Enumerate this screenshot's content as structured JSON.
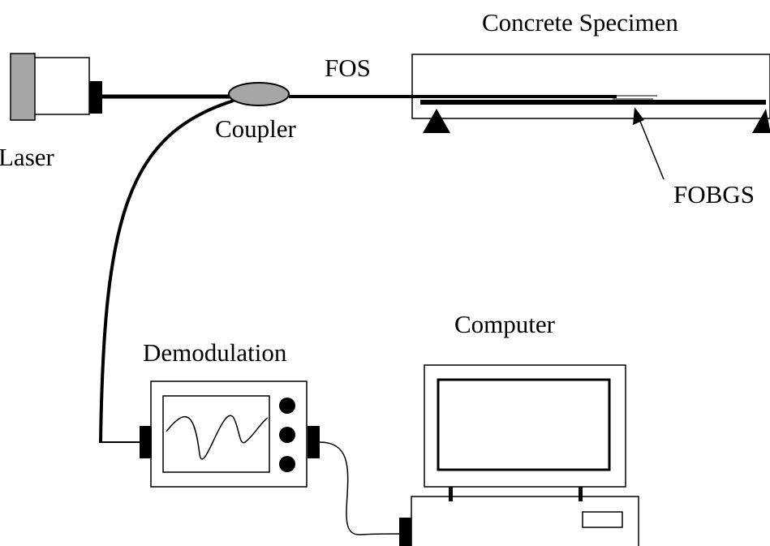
{
  "labels": {
    "laser": "Laser",
    "coupler": "Coupler",
    "fos": "FOS",
    "concrete_specimen": "Concrete Specimen",
    "fobgs": "FOBGS",
    "demodulation": "Demodulation",
    "computer": "Computer"
  },
  "colors": {
    "line": "#000000",
    "laser_plate": "#a6a6a6",
    "coupler_fill": "#a6a6a6",
    "background": "#ffffff"
  }
}
